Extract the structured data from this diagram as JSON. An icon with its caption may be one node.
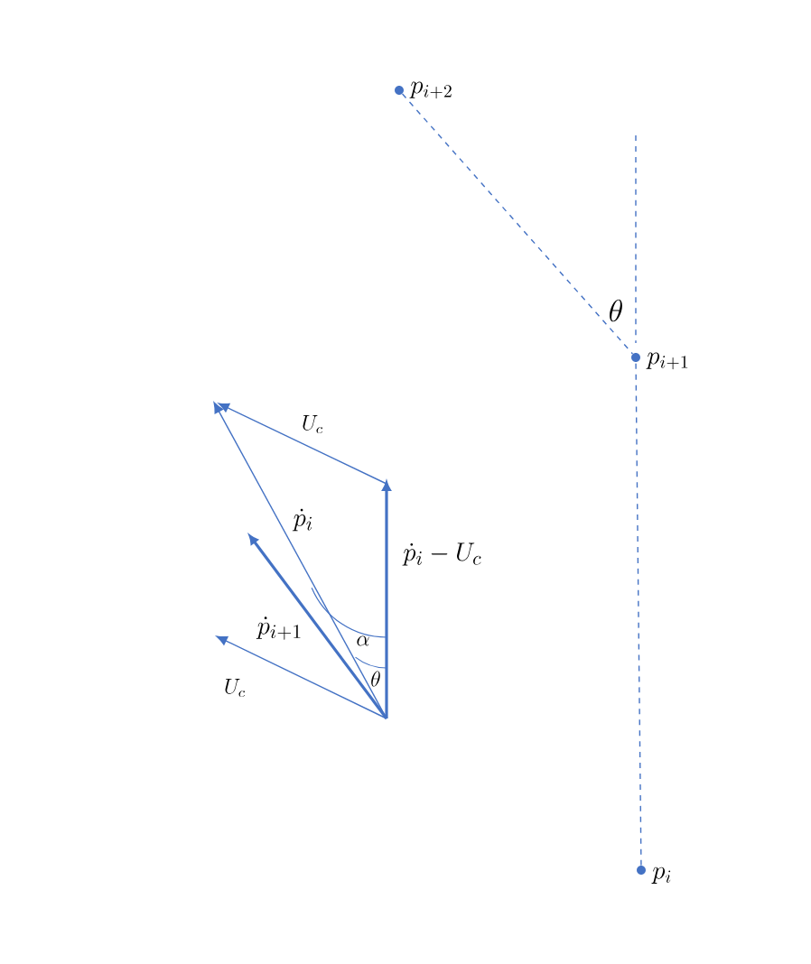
{
  "diagram": {
    "nodes": [
      {
        "text": [
          "p_{i+2}"
        ]
      },
      {
        "text": [
          "p_{i+1}"
        ]
      },
      {
        "text": [
          "p_i"
        ]
      }
    ],
    "edges": [
      {
        "from": 0,
        "to": 1,
        "arrow": "none",
        "style": "dashed"
      },
      {
        "from": 2,
        "to": 1,
        "arrow": "none",
        "style": "dashed"
      }
    ],
    "labels": [
      "\\theta",
      "U_c",
      "\\dot{p}_i",
      "\\dot{p}_i - U_c",
      "\\dot{p}_{i+1}",
      "\\alpha",
      "\\theta",
      "U_c"
    ]
  }
}
